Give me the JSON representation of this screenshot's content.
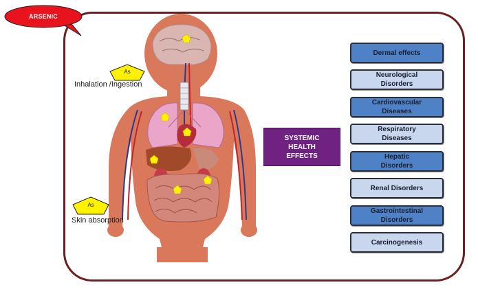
{
  "title_bubble": {
    "text": "ARSENIC",
    "color": "#e8131c"
  },
  "routes": [
    {
      "as_symbol": "As",
      "label": "Inhalation /Ingestion"
    },
    {
      "as_symbol": "As",
      "label": "Skin absorption"
    }
  ],
  "body_marker_symbol": "As",
  "center_box": {
    "text": "SYSTEMIC\nHEALTH\nEFFECTS",
    "color": "#6f2282"
  },
  "effects": [
    {
      "label": "Dermal effects",
      "style": "dark"
    },
    {
      "label": "Neurological\nDisorders",
      "style": "light"
    },
    {
      "label": "Cardiovascular\nDiseases",
      "style": "dark"
    },
    {
      "label": "Respiratory\nDiseases",
      "style": "light"
    },
    {
      "label": "Hepatic\nDisorders",
      "style": "dark"
    },
    {
      "label": "Renal Disorders",
      "style": "light"
    },
    {
      "label": "Gastrointestinal\nDisorders",
      "style": "dark"
    },
    {
      "label": "Carcinogenesis",
      "style": "light"
    }
  ],
  "colors": {
    "frame": "#6b1f1f",
    "skin": "#d9785a",
    "lung": "#e9a6c9",
    "brain": "#d9b6b2",
    "marker": "#fff200",
    "effect_dark": "#4f81c7",
    "effect_light": "#c8d7ee"
  }
}
